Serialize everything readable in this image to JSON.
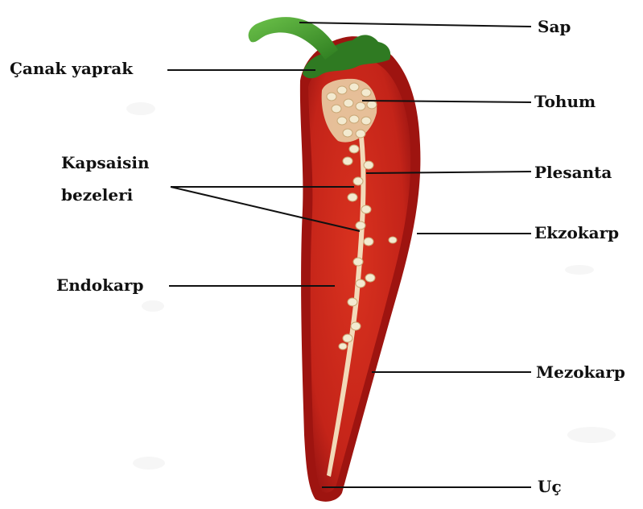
{
  "labels": {
    "sap": "Sap",
    "canak_yaprak": "Çanak yaprak",
    "tohum": "Tohum",
    "kapsaisin_line1": "Kapsaisin",
    "kapsaisin_line2": "bezeleri",
    "plesanta": "Plesanta",
    "ekzokarp": "Ekzokarp",
    "endokarp": "Endokarp",
    "mezokarp": "Mezokarp",
    "uc": "Uç"
  },
  "colors": {
    "background": "#ffffff",
    "pepper_flesh": "#c8281c",
    "pepper_skin": "#9e1410",
    "placenta": "#f2d9b8",
    "seed": "#f3ead0",
    "stem": "#3f9a2e",
    "calyx": "#2f7a22",
    "leader": "#111111"
  }
}
